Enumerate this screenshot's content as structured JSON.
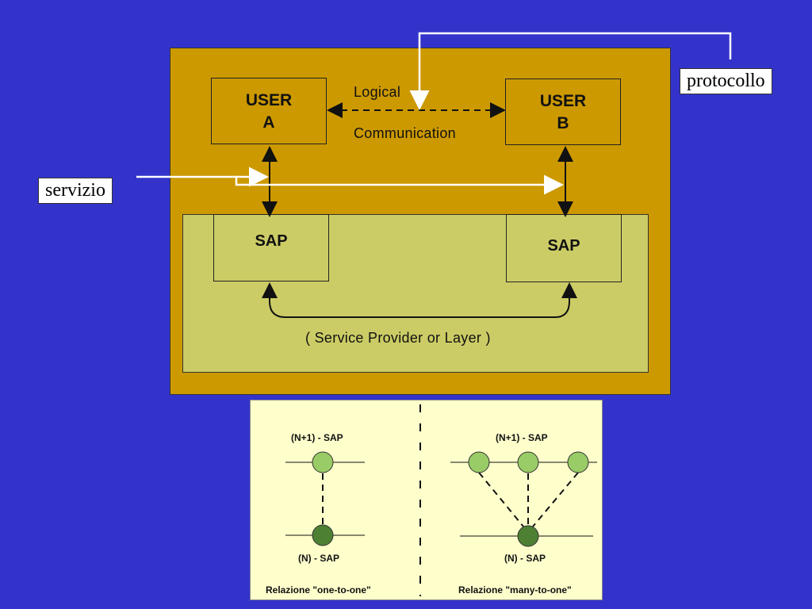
{
  "top_diagram": {
    "user_a": {
      "line1": "USER",
      "line2": "A"
    },
    "user_b": {
      "line1": "USER",
      "line2": "B"
    },
    "logical_label": "Logical",
    "communication_label": "Communication",
    "sap_left": "SAP",
    "sap_right": "SAP",
    "provider_label": "( Service Provider or Layer )"
  },
  "callouts": {
    "protocollo": "protocollo",
    "servizio": "servizio"
  },
  "bottom_diagram": {
    "one_to_one": {
      "upper_label": "(N+1) - SAP",
      "lower_label": "(N) - SAP",
      "caption": "Relazione \"one-to-one\""
    },
    "many_to_one": {
      "upper_label": "(N+1) - SAP",
      "lower_label": "(N) - SAP",
      "caption": "Relazione \"many-to-one\""
    }
  },
  "colors": {
    "background": "#3333cc",
    "outer_panel": "#cc9900",
    "provider_panel": "#cccc66",
    "bottom_panel": "#ffffcc",
    "sap_light": "#99cc66",
    "sap_dark": "#4d8033"
  }
}
